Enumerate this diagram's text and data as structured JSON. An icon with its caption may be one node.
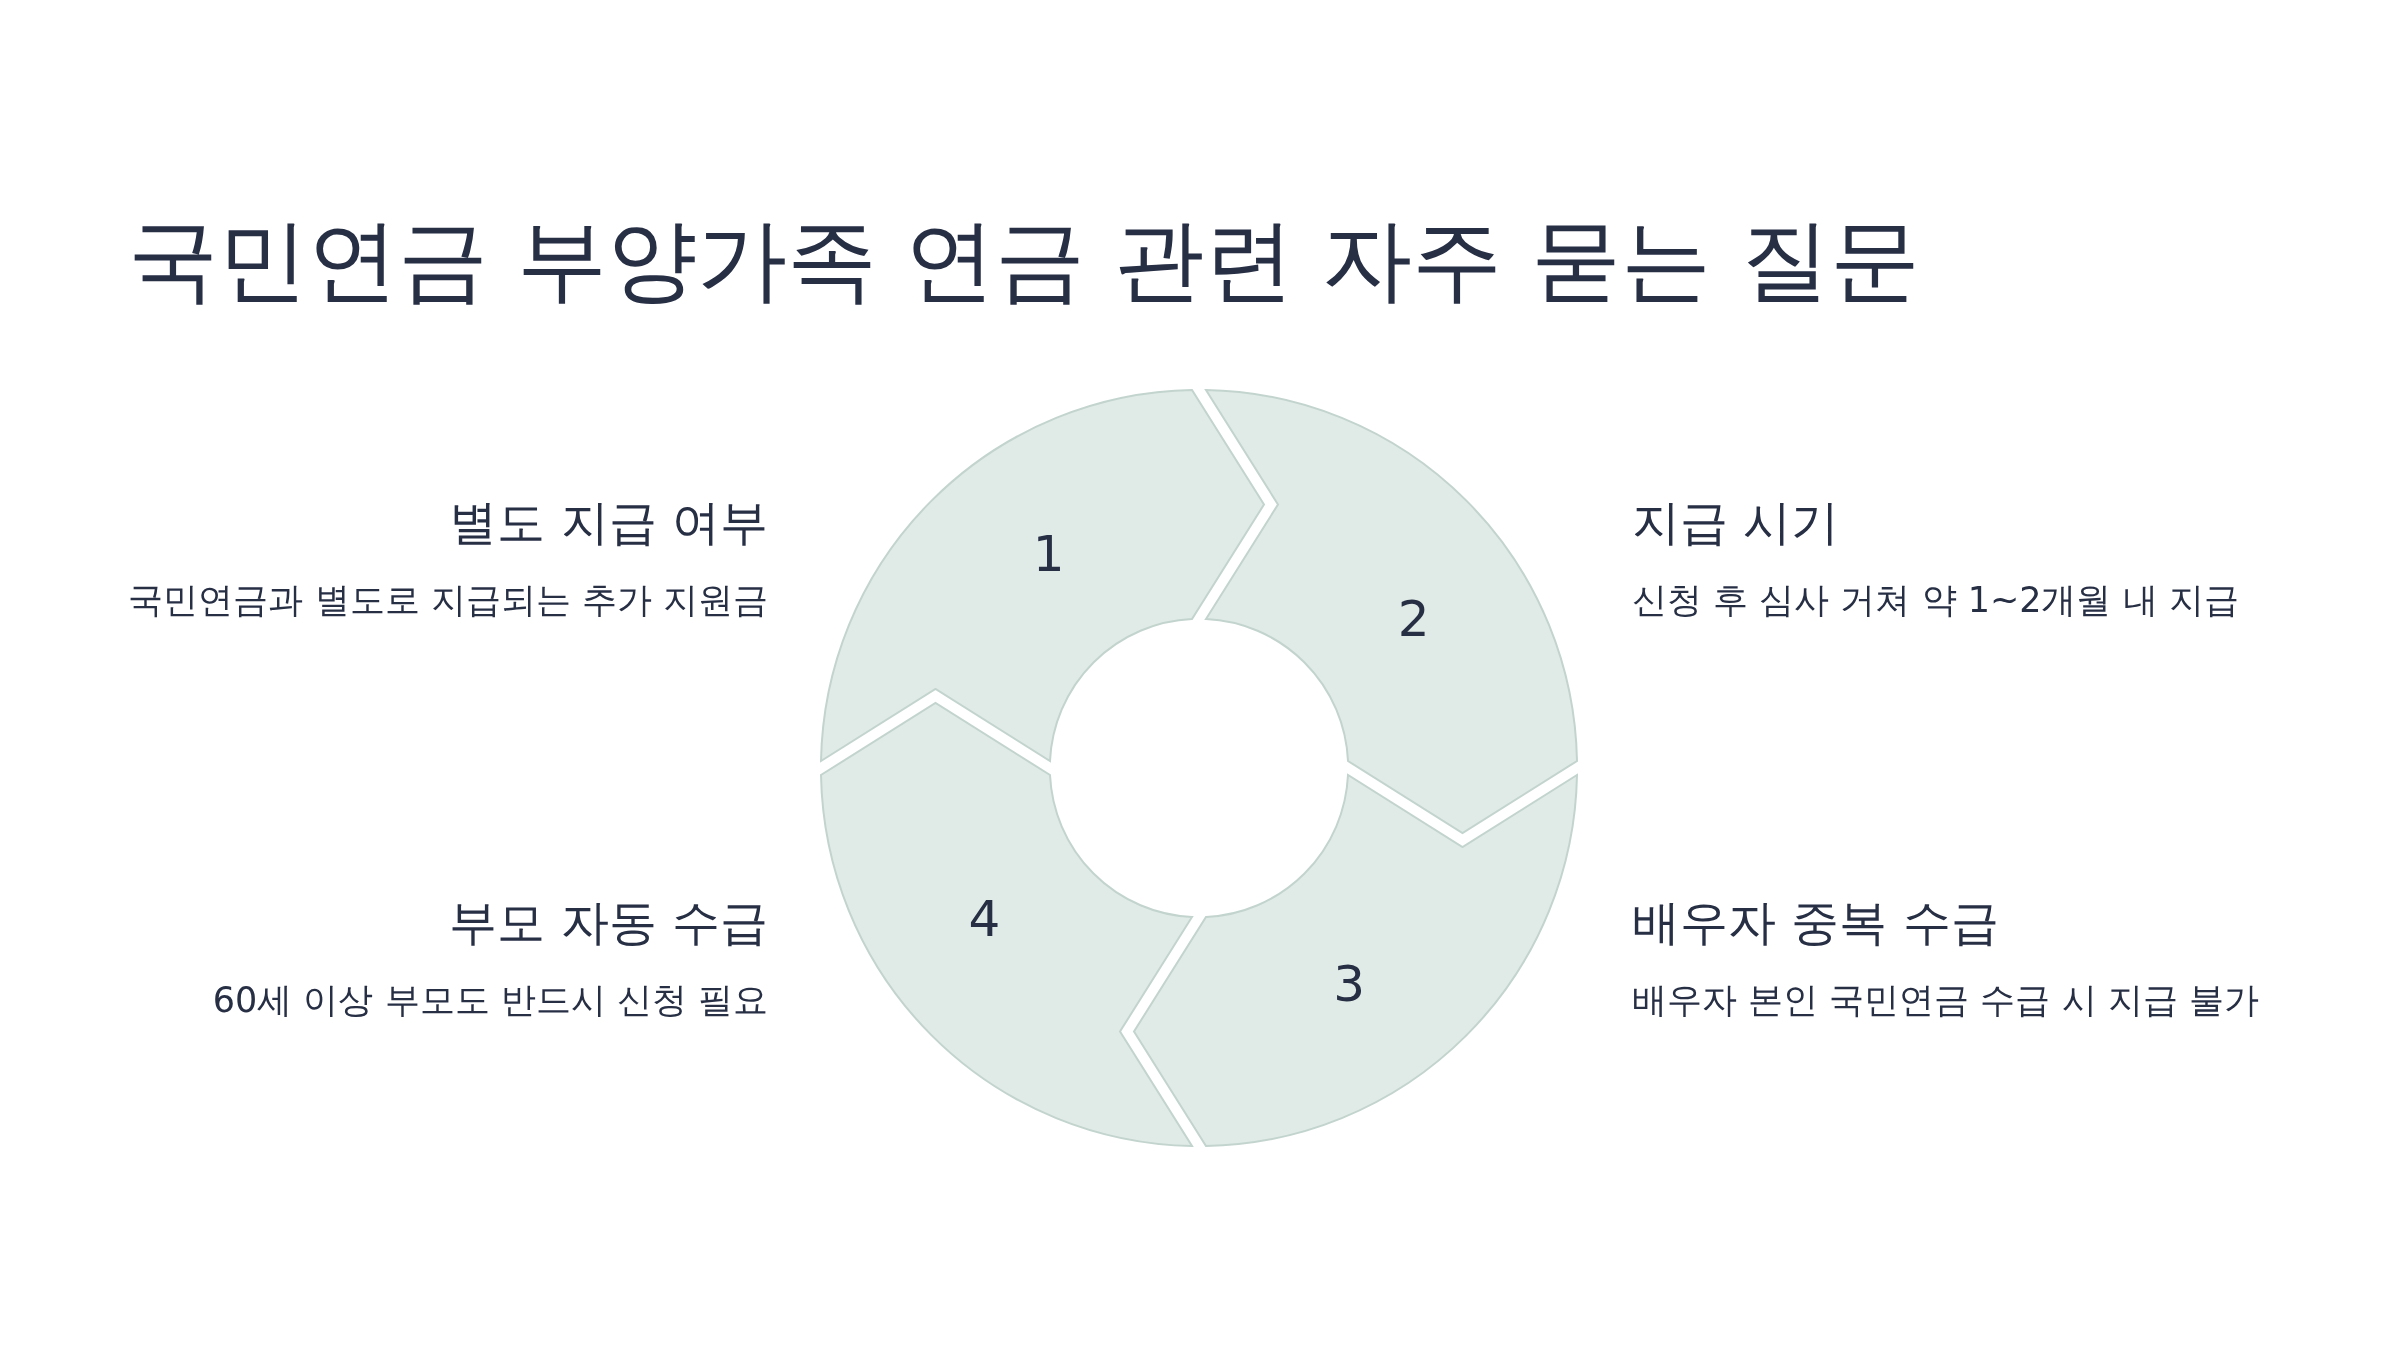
{
  "diagram": {
    "title": "국민연금 부양가족 연금 관련 자주 묻는 질문",
    "nodes": [
      {
        "text": [
          "1"
        ],
        "beside": [
          "별도 지급 여부",
          "국민연금과 별도로 지급되는 추가 지원금"
        ]
      },
      {
        "text": [
          "2"
        ],
        "beside": [
          "지급 시기",
          "신청 후 심사 거쳐 약 1~2개월 내 지급"
        ]
      },
      {
        "text": [
          "3"
        ],
        "beside": [
          "배우자 중복 수급",
          "배우자 본인 국민연금 수급 시 지급 불가"
        ]
      },
      {
        "text": [
          "4"
        ],
        "beside": [
          "부모 자동 수급",
          "60세 이상 부모도 반드시 신청 필요"
        ]
      }
    ]
  }
}
